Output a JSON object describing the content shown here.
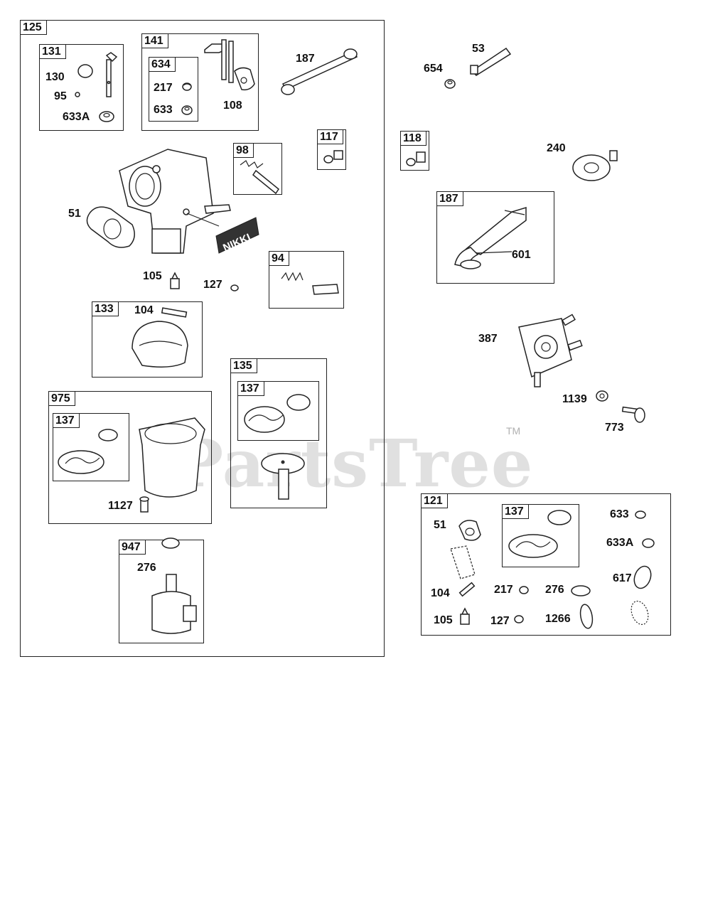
{
  "watermark": {
    "text": "PartsTree",
    "tm": "TM"
  },
  "nikki_logo": "NIKKI",
  "groups": {
    "g125": "125",
    "g131": "131",
    "g141": "141",
    "g634": "634",
    "g98": "98",
    "g117": "117",
    "g94": "94",
    "g133": "133",
    "g135": "135",
    "g135_137": "137",
    "g975": "975",
    "g975_137": "137",
    "g947": "947",
    "g118": "118",
    "g187b": "187",
    "g121": "121",
    "g121_137": "137"
  },
  "labels": {
    "l130": "130",
    "l95": "95",
    "l633A_a": "633A",
    "l217_a": "217",
    "l633_a": "633",
    "l108": "108",
    "l187": "187",
    "l51": "51",
    "l105": "105",
    "l127": "127",
    "l104": "104",
    "l1127": "1127",
    "l276": "276",
    "l654": "654",
    "l53": "53",
    "l240": "240",
    "l601": "601",
    "l387": "387",
    "l1139": "1139",
    "l773": "773",
    "r51": "51",
    "r633": "633",
    "r633A": "633A",
    "r617": "617",
    "r104": "104",
    "r217": "217",
    "r276": "276",
    "r105": "105",
    "r127": "127",
    "r1266": "1266"
  }
}
